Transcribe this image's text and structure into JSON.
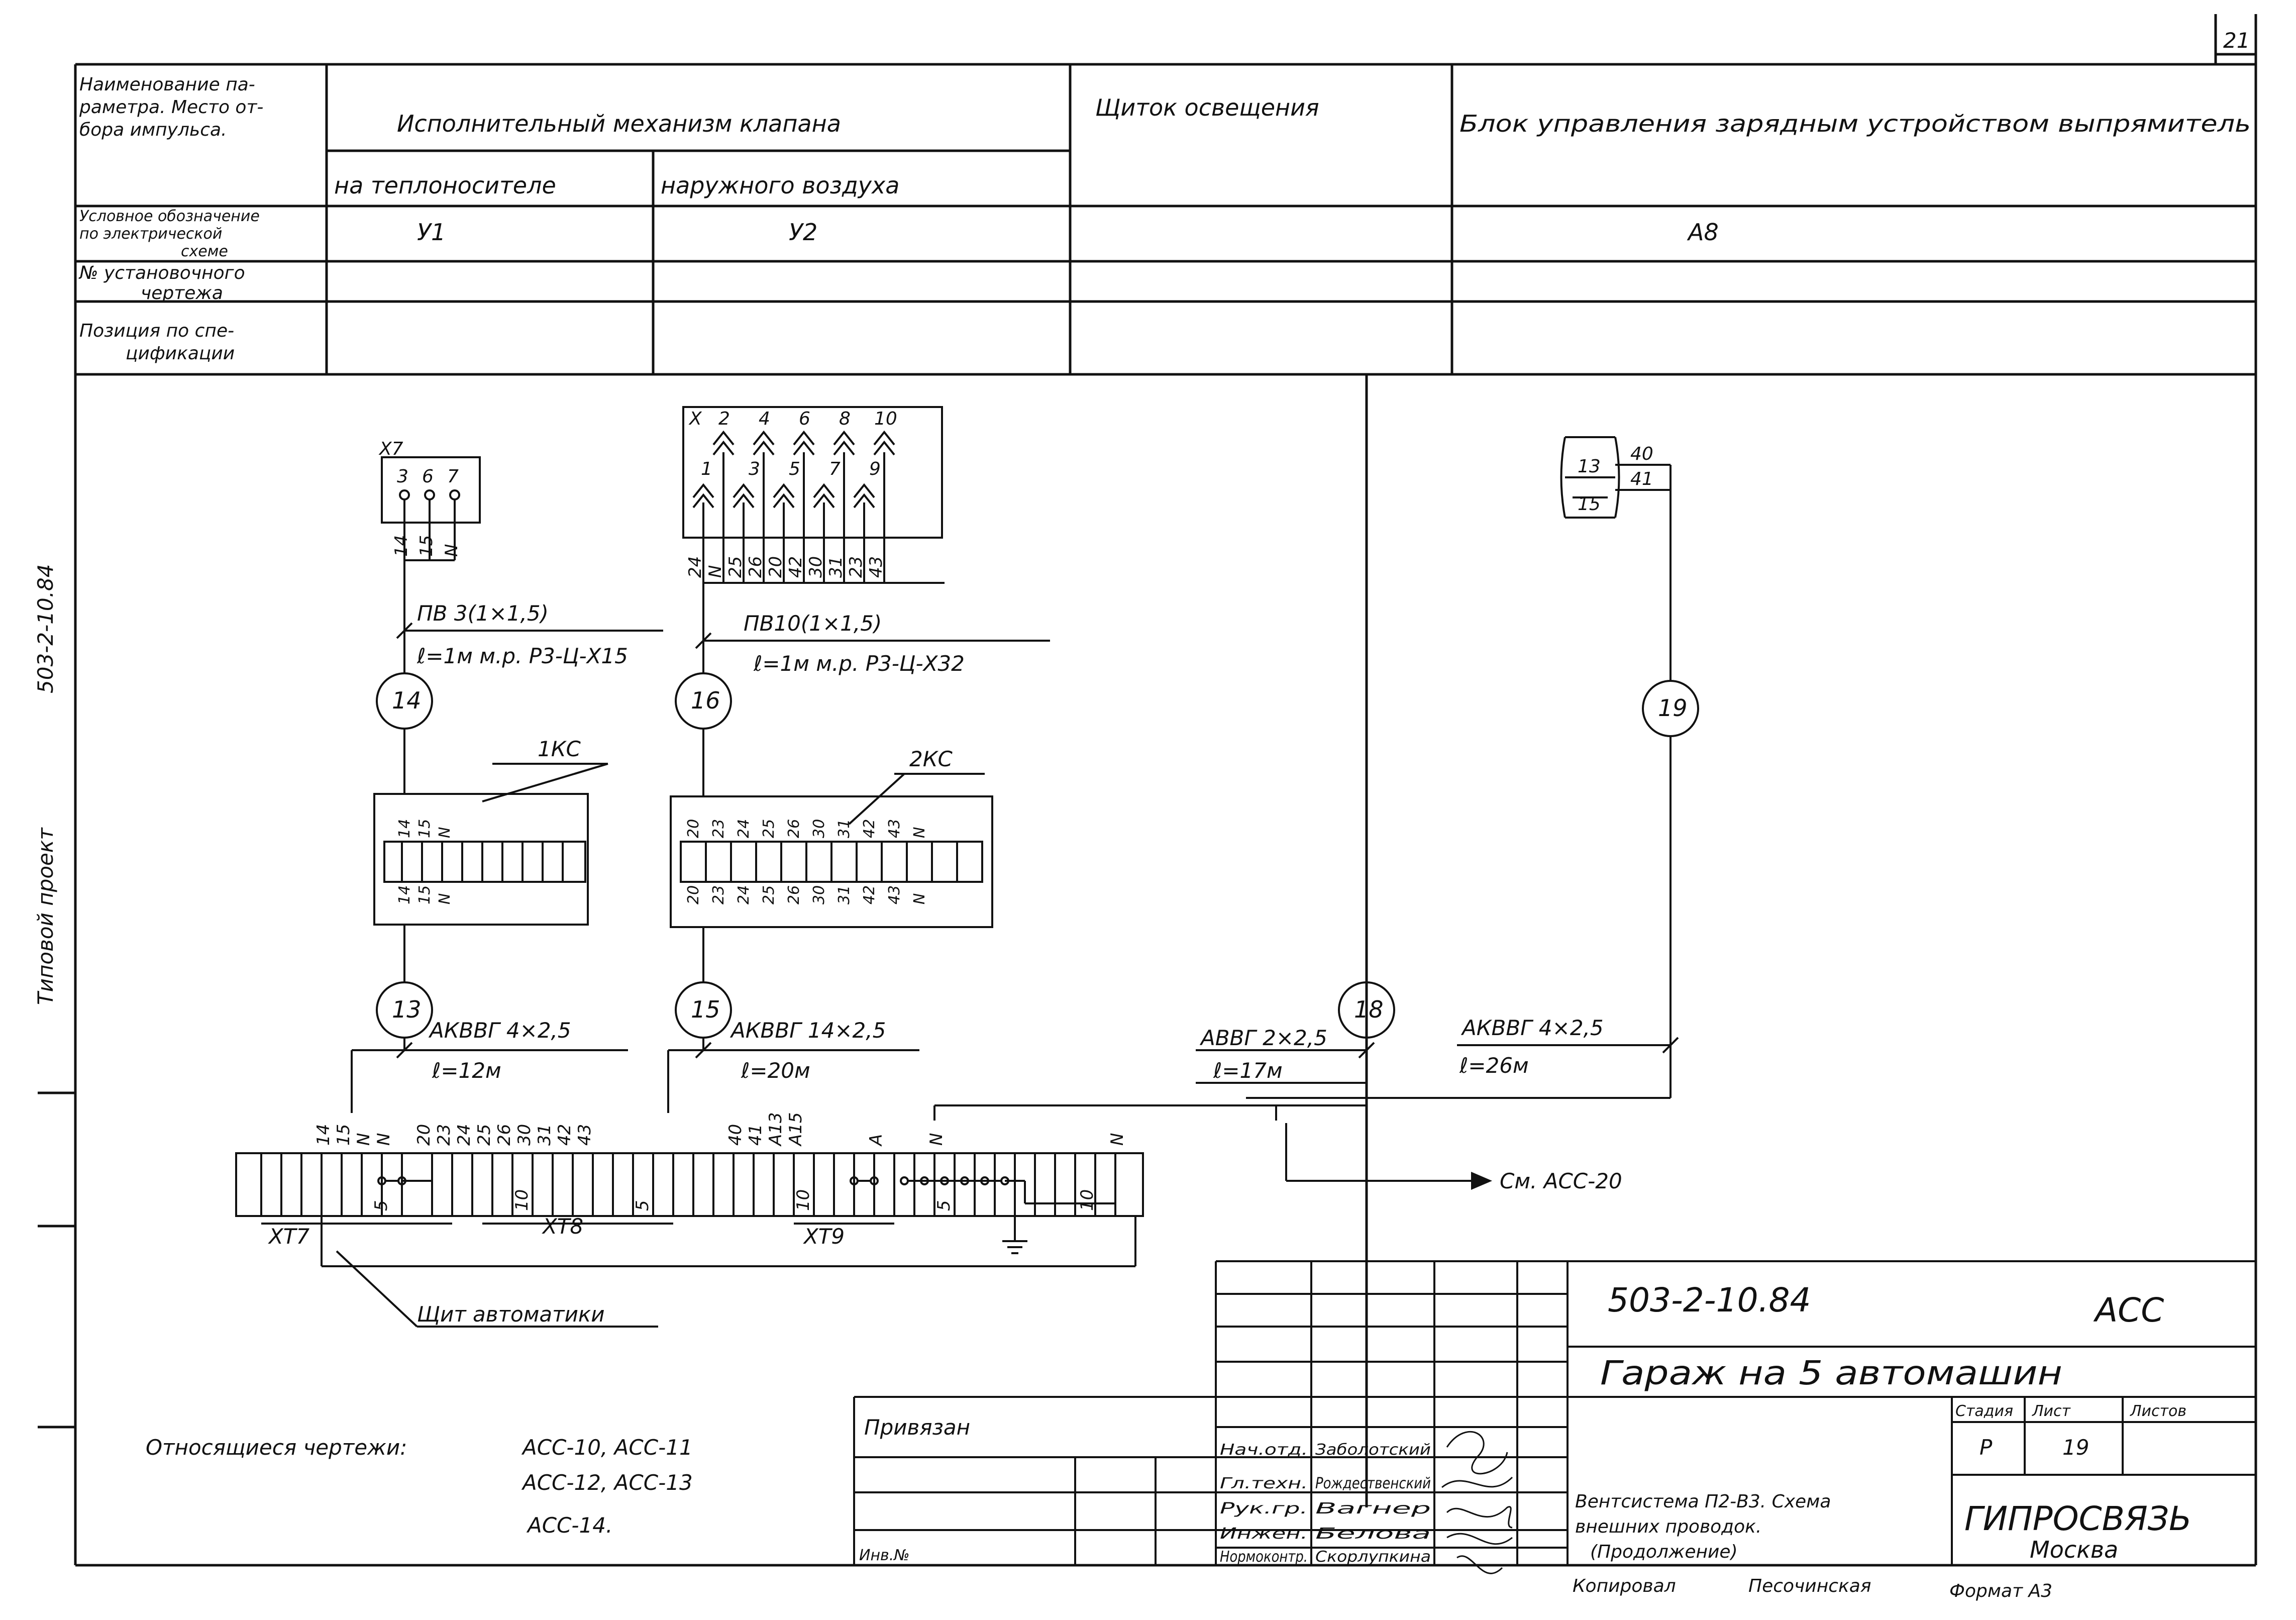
{
  "page_number": "21",
  "side_text": {
    "project_type": "Типовой проект",
    "project_code": "503-2-10.84"
  },
  "header": {
    "row_labels": {
      "param_name": [
        "Наименование па-",
        "раметра. Место от-",
        "бора импульса."
      ],
      "designation": [
        "Условное обозначение",
        "по электрической",
        "схеме"
      ],
      "install_drawing": [
        "№ установочного",
        "чертежа"
      ],
      "spec_position": [
        "Позиция по спе-",
        "цификации"
      ]
    },
    "columns": {
      "actuator": "Исполнительный механизм клапана",
      "on_coolant": "на теплоносителе",
      "outdoor_air": "наружного воздуха",
      "lighting_panel": "Щиток освещения",
      "charger_block": "Блок управления зарядным устройством выпрямитель"
    },
    "designations": {
      "y1": "У1",
      "y2": "У2",
      "a8": "А8"
    }
  },
  "diagram": {
    "u1": {
      "header": "X7",
      "pins": [
        "3",
        "6",
        "7"
      ],
      "wires": [
        "14",
        "15",
        "N"
      ]
    },
    "u2": {
      "header": "X",
      "even": [
        "2",
        "4",
        "6",
        "8",
        "10"
      ],
      "odd": [
        "1",
        "3",
        "5",
        "7",
        "9"
      ],
      "wires": [
        "24",
        "N",
        "25",
        "26",
        "20",
        "42",
        "30",
        "31",
        "23",
        "43"
      ]
    },
    "a8": {
      "wires_right": [
        "40",
        "41"
      ],
      "wires_left": [
        "13",
        "15"
      ]
    },
    "cable_14": {
      "id": "14",
      "line1": "ПВ 3(1×1,5)",
      "line2": "ℓ=1м  м.р. Р3-Ц-Х15"
    },
    "cable_16": {
      "id": "16",
      "line1": "ПВ10(1×1,5)",
      "line2": "ℓ=1м  м.р. Р3-Ц-Х32"
    },
    "cable_19": {
      "id": "19"
    },
    "kc1": {
      "label": "1КС",
      "top": [
        "14",
        "15",
        "N"
      ],
      "bottom": [
        "14",
        "15",
        "N"
      ]
    },
    "kc2": {
      "label": "2КС",
      "top": [
        "20",
        "23",
        "24",
        "25",
        "26",
        "30",
        "31",
        "42",
        "43",
        "N"
      ],
      "bottom": [
        "20",
        "23",
        "24",
        "25",
        "26",
        "30",
        "31",
        "42",
        "43",
        "N"
      ]
    },
    "cable_13": {
      "id": "13",
      "line1": "АКВВГ 4×2,5",
      "line2": "ℓ=12м"
    },
    "cable_15": {
      "id": "15",
      "line1": "АКВВГ 14×2,5",
      "line2": "ℓ=20м"
    },
    "cable_18": {
      "id": "18",
      "line1": "АВВГ 2×2,5",
      "line2": "ℓ=17м"
    },
    "cable_a8": {
      "line1": "АКВВГ 4×2,5",
      "line2": "ℓ=26м"
    },
    "terminal_strip": {
      "labels": [
        "14",
        "15",
        "N",
        "N",
        "20",
        "23",
        "24",
        "25",
        "26",
        "30",
        "31",
        "42",
        "43",
        "40",
        "41",
        "А13",
        "А15",
        "А",
        "N",
        "N"
      ],
      "marks": {
        "five_a": "5",
        "ten_a": "10",
        "five_b": "5",
        "ten_b": "10",
        "five_c": "5",
        "ten_c": "10"
      },
      "groups": [
        "ХТ7",
        "ХТ8",
        "ХТ9"
      ]
    },
    "ref": "См. АСС-20",
    "panel_label": "Щит автоматики"
  },
  "related": {
    "title": "Относящиеся чертежи:",
    "lines": [
      "АСС-10, АСС-11",
      "АСС-12, АСС-13",
      "АСС-14."
    ]
  },
  "title_block": {
    "code": "503-2-10.84",
    "mark": "АСС",
    "object": "Гараж на 5 автомашин",
    "stage_h": "Стадия",
    "sheet_h": "Лист",
    "sheets_h": "Листов",
    "stage": "Р",
    "sheet": "19",
    "sheets": "",
    "privyazan": "Привязан",
    "inv": "Инв.№",
    "roles": [
      "Нач.отд.",
      "Гл.техн.",
      "Рук.гр.",
      "Инжен.",
      "Нормоконтр."
    ],
    "names": [
      "Заболотский",
      "Рождественский",
      "Вагнер",
      "Белова",
      "Скорлупкина"
    ],
    "description": [
      "Вентсистема П2-В3. Схема",
      "внешних проводок.",
      "(Продолжение)"
    ],
    "org": "ГИПРОСВЯЗЬ",
    "city": "Москва",
    "copied": "Копировал",
    "copier": "Песочинская",
    "format": "Формат А3"
  },
  "colors": {
    "ink": "#111111",
    "paper": "#ffffff"
  }
}
